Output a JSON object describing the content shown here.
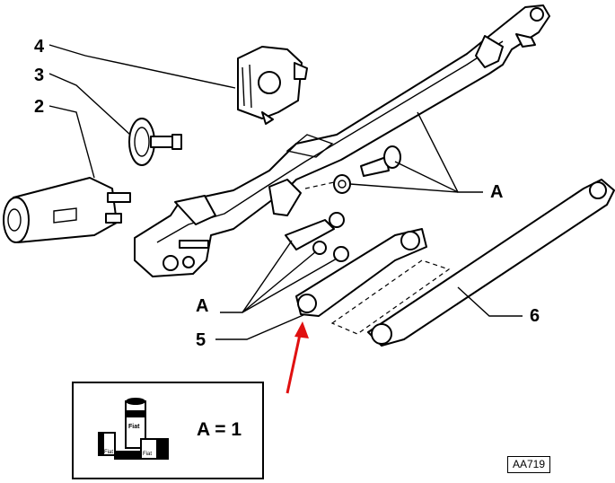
{
  "callouts": {
    "n4": "4",
    "n3": "3",
    "n2": "2",
    "n5": "5",
    "n6": "6",
    "a_right": "A",
    "a_left": "A"
  },
  "legend": {
    "equation": "A = 1",
    "can_label_1": "Fiat",
    "can_label_2": "Fiat",
    "can_label_3": "Fiat"
  },
  "reference_code": "AA719",
  "colors": {
    "arrow": "#e01010",
    "line": "#000000"
  }
}
